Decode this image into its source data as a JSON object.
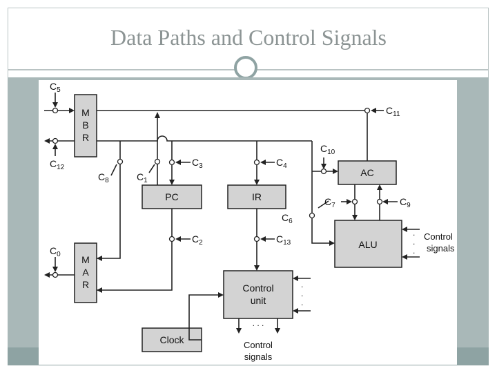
{
  "slide": {
    "title": "Data Paths and Control Signals"
  },
  "diagram": {
    "blocks": {
      "mbr": [
        "M",
        "B",
        "R"
      ],
      "mar": [
        "M",
        "A",
        "R"
      ],
      "pc": "PC",
      "ir": "IR",
      "ac": "AC",
      "alu": "ALU",
      "control_unit": [
        "Control",
        "unit"
      ],
      "clock": "Clock"
    },
    "control_points": {
      "c0": "0",
      "c1": "1",
      "c2": "2",
      "c3": "3",
      "c4": "4",
      "c5": "5",
      "c6": "6",
      "c7": "7",
      "c8": "8",
      "c9": "9",
      "c10": "10",
      "c11": "11",
      "c12": "12",
      "c13": "13"
    },
    "signal_letter": "C",
    "control_signals_in": [
      "Control",
      "signals"
    ],
    "control_signals_out": [
      "Control",
      "signals"
    ],
    "ellipsis": ". . ."
  },
  "colors": {
    "title": "#8c9494",
    "band": "#a9b8b8",
    "block_fill": "#d3d3d3",
    "ring": "#8fa3a3"
  }
}
